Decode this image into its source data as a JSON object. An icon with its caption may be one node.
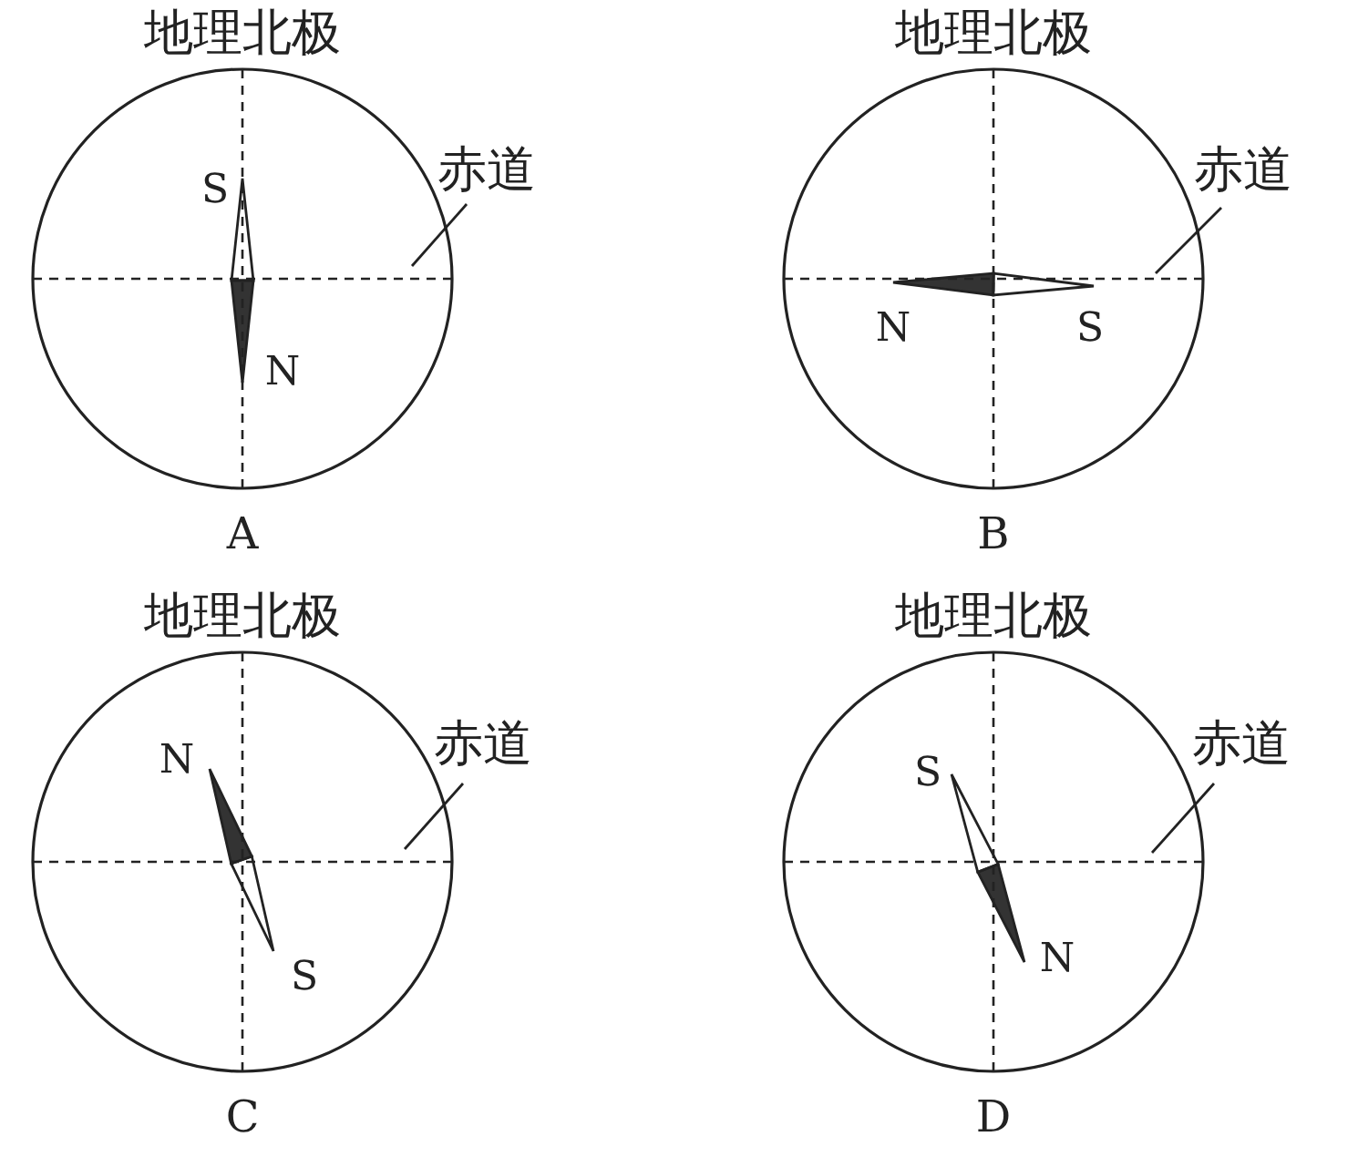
{
  "diagram": {
    "nodes": [
      {
        "text": [
          "地理北极"
        ],
        "beside": [
          "A"
        ]
      },
      {
        "text": [
          "赤道"
        ]
      },
      {
        "text": [
          "地理北极"
        ],
        "beside": [
          "B"
        ]
      },
      {
        "text": [
          "赤道"
        ]
      },
      {
        "text": [
          "地理北极"
        ],
        "beside": [
          "C"
        ]
      },
      {
        "text": [
          "赤道"
        ]
      },
      {
        "text": [
          "地理北极"
        ],
        "beside": [
          "D"
        ]
      },
      {
        "text": [
          "赤道"
        ]
      }
    ],
    "edges": [
      {
        "from": 1,
        "to": 0,
        "arrow": "none"
      },
      {
        "from": 3,
        "to": 2,
        "arrow": "none"
      },
      {
        "from": 5,
        "to": 4,
        "arrow": "none"
      },
      {
        "from": 7,
        "to": 6,
        "arrow": "none"
      }
    ],
    "labels": [
      "S",
      "N",
      "N",
      "S",
      "N",
      "S",
      "S",
      "N"
    ]
  }
}
